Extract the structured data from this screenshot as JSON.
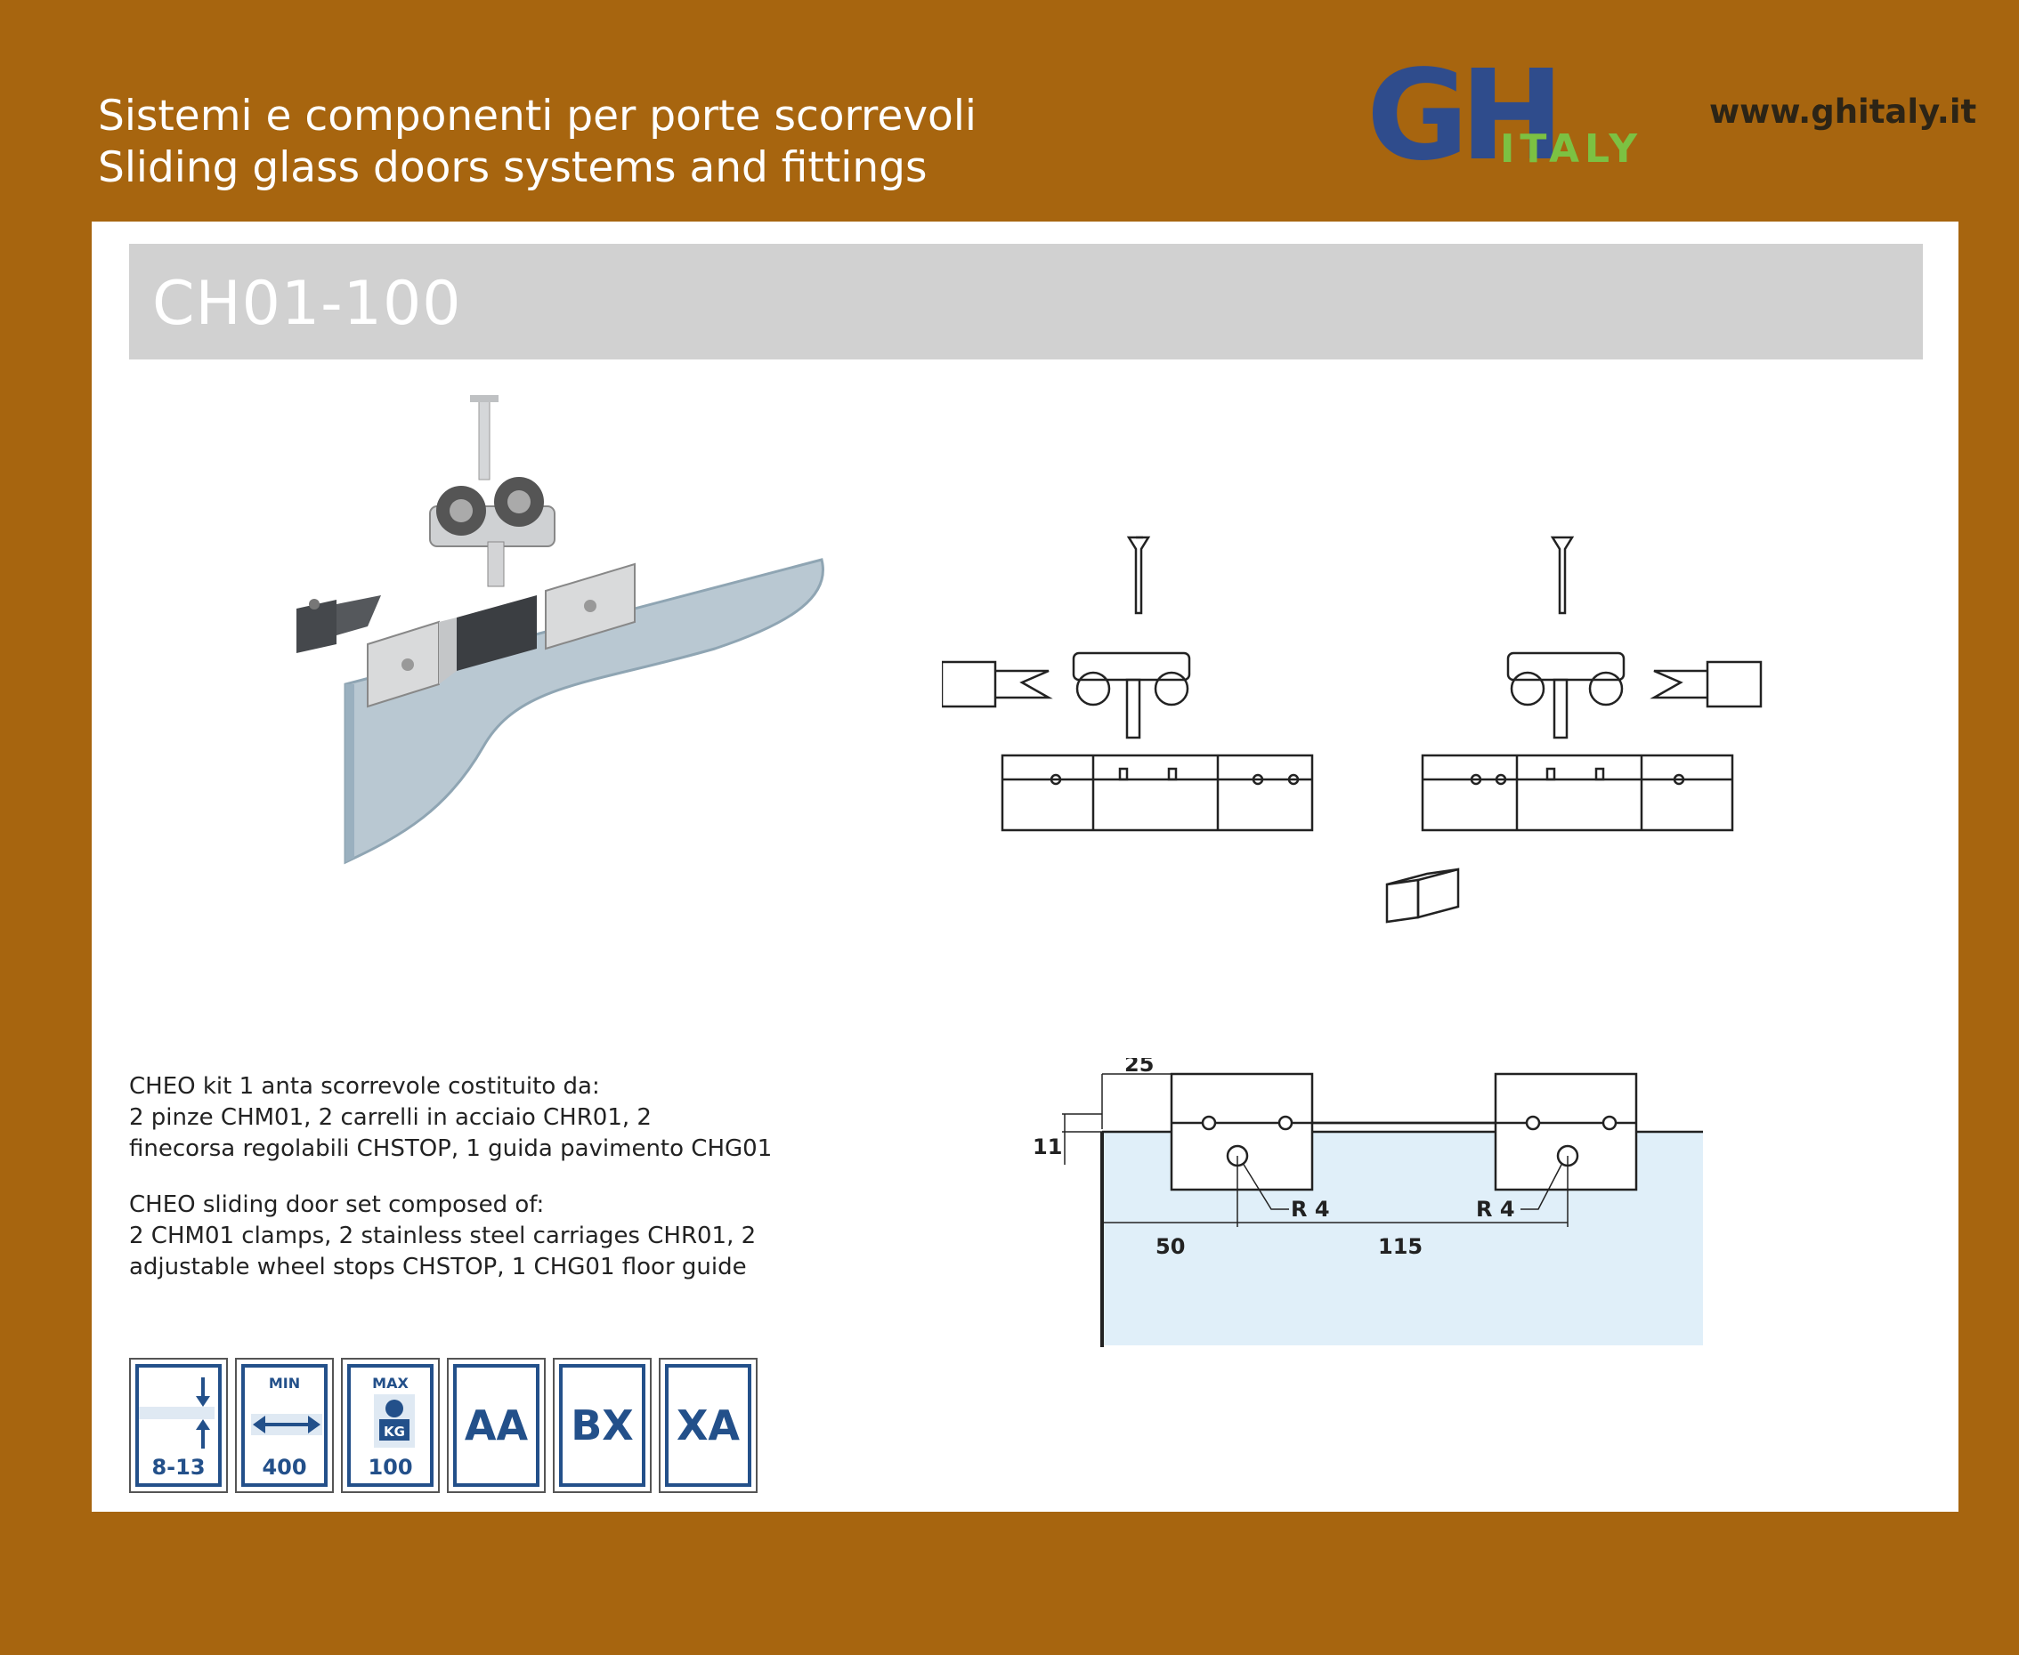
{
  "header": {
    "line_it": "Sistemi e componenti per porte scorrevoli",
    "line_en": "Sliding glass doors systems and fittings",
    "website": "www.ghitaly.it"
  },
  "logo": {
    "primary": "GH",
    "secondary": "ITALY",
    "colors": {
      "primary": "#2f4c8c",
      "secondary": "#7cc142"
    }
  },
  "product": {
    "code": "CH01-100"
  },
  "description": {
    "it": [
      "CHEO kit 1 anta scorrevole costituito da:",
      "2 pinze CHM01, 2 carrelli in acciaio CHR01, 2",
      "finecorsa regolabili CHSTOP, 1 guida pavimento CHG01"
    ],
    "en": [
      "CHEO sliding door set composed of:",
      "2 CHM01 clamps, 2 stainless steel carriages CHR01, 2",
      "adjustable wheel stops CHSTOP, 1 CHG01 floor guide"
    ]
  },
  "specs": {
    "thickness": "8-13",
    "min_label": "MIN",
    "min_width": "400",
    "max_label": "MAX",
    "kg_label": "KG",
    "max_weight": "100",
    "codes": [
      "AA",
      "BX",
      "XA"
    ],
    "accent_color": "#23508a"
  },
  "drawing": {
    "dim_top": "25",
    "dim_left": "11",
    "radius_1": "R 4",
    "radius_2": "R 4",
    "dim_bottom_1": "50",
    "dim_bottom_2": "115",
    "glass_color": "#e0eff9"
  }
}
